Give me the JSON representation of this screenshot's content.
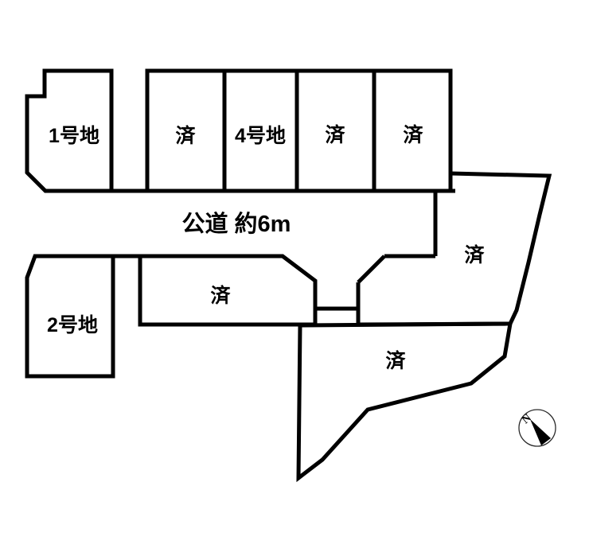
{
  "diagram": {
    "title": "land-lot-map",
    "background_color": "#ffffff",
    "line_color": "#000000",
    "text_color": "#000000"
  },
  "road": {
    "label": "公道 約6m"
  },
  "parcels": [
    {
      "id": "lot-1",
      "label": "1号地",
      "status": "available"
    },
    {
      "id": "top-sold-1",
      "label": "済",
      "status": "sold"
    },
    {
      "id": "lot-4",
      "label": "4号地",
      "status": "available"
    },
    {
      "id": "top-sold-2",
      "label": "済",
      "status": "sold"
    },
    {
      "id": "top-sold-3",
      "label": "済",
      "status": "sold"
    },
    {
      "id": "lot-2",
      "label": "2号地",
      "status": "available"
    },
    {
      "id": "middle-sold",
      "label": "済",
      "status": "sold"
    },
    {
      "id": "right-sold",
      "label": "済",
      "status": "sold"
    },
    {
      "id": "bottom-sold",
      "label": "済",
      "status": "sold"
    }
  ],
  "compass": {
    "label": "N"
  }
}
